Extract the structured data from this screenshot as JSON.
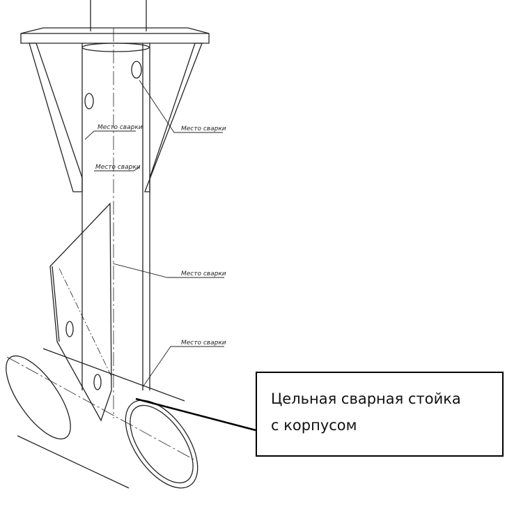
{
  "weld_labels": [
    "Место сварки",
    "Место сварки",
    "Место сварки",
    "Место сварки",
    "Место сварки"
  ],
  "callout": {
    "line1": "Цельная сварная стойка",
    "line2": "с корпусом"
  }
}
